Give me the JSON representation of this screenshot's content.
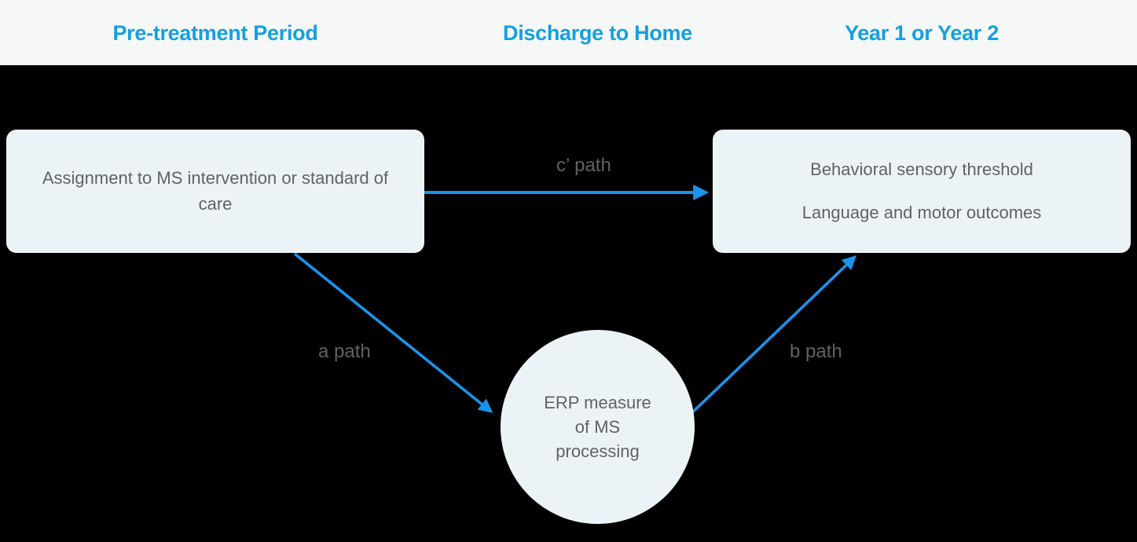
{
  "header": {
    "columns": [
      {
        "label": "Pre-treatment Period"
      },
      {
        "label": "Discharge to Home"
      },
      {
        "label": "Year 1 or Year 2"
      }
    ],
    "background_color": "#f6f7f7",
    "text_color": "#14a0e0"
  },
  "nodes": {
    "predictor": {
      "text": "Assignment to MS intervention or standard of care",
      "fill_color": "#ecf3f6",
      "text_color": "#5e6365"
    },
    "mediator": {
      "line1": "ERP measure",
      "line2": "of MS",
      "line3": "processing",
      "fill_color": "#ecf3f6",
      "text_color": "#5e6365"
    },
    "outcome": {
      "line1": "Behavioral sensory threshold",
      "line2": "Language and motor outcomes",
      "fill_color": "#ecf3f6",
      "text_color": "#5e6365"
    }
  },
  "paths": {
    "c_prime": {
      "label": "c’ path",
      "color": "#1b93ea"
    },
    "a": {
      "label": "a path",
      "color": "#1b93ea"
    },
    "b": {
      "label": "b path",
      "color": "#1b93ea"
    }
  },
  "canvas": {
    "background_color": "#000000"
  }
}
